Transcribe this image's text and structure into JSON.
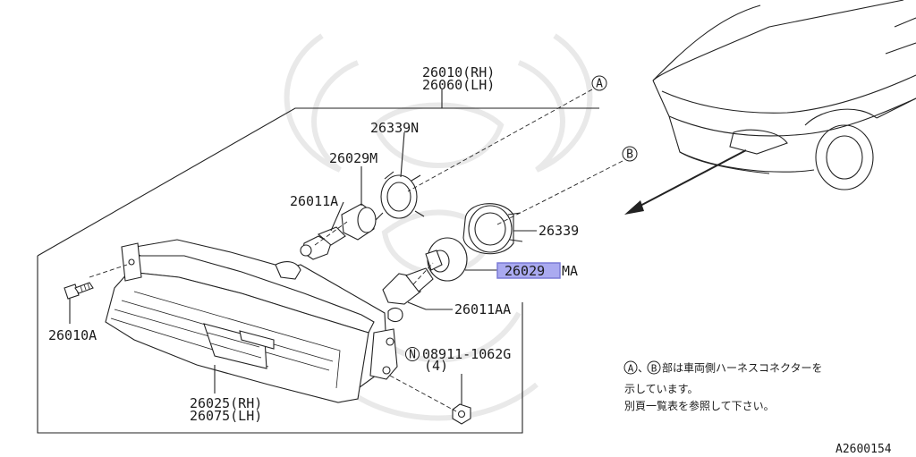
{
  "callouts": {
    "assembly_rh": "26010(RH)",
    "assembly_lh": "26060(LH)",
    "p_26339N": "26339N",
    "p_26029M": "26029M",
    "p_26011A": "26011A",
    "p_26339": "26339",
    "p_26029MA_highlight": "26029",
    "p_26029MA_suffix": "MA",
    "p_26011AA": "26011AA",
    "p_26010A": "26010A",
    "lens_rh": "26025(RH)",
    "lens_lh": "26075(LH)",
    "bolt_prefix": "N",
    "bolt_number": "08911-1062G",
    "bolt_qty": "(4)",
    "connector_a": "A",
    "connector_b": "B"
  },
  "note": {
    "line1_rest": "部は車両側ハーネスコネクターを",
    "line2": "示しています。",
    "line3": "別頁一覧表を参照して下さい。",
    "sep": "、"
  },
  "figure_id": "A2600154",
  "colors": {
    "highlight": "#7b7bd6",
    "highlight_fill": "#aaaaf0",
    "ink": "#222222"
  }
}
